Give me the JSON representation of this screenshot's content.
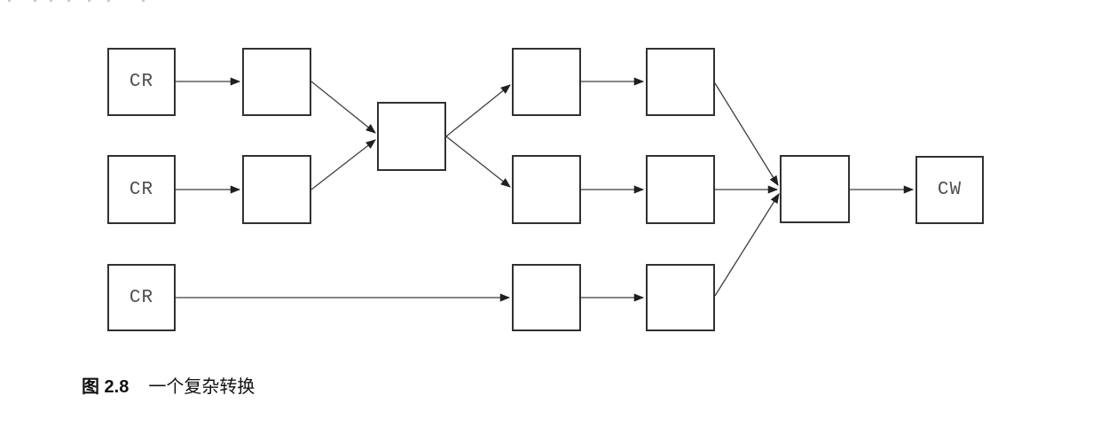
{
  "figure": {
    "caption": {
      "prefix": "图 2.8",
      "title": "一个复杂转换"
    },
    "diagram": {
      "nodes": [
        {
          "id": "cr-top",
          "label": "CR"
        },
        {
          "id": "box-top-a",
          "label": ""
        },
        {
          "id": "box-join",
          "label": ""
        },
        {
          "id": "box-top-b",
          "label": ""
        },
        {
          "id": "box-top-c",
          "label": ""
        },
        {
          "id": "cr-middle",
          "label": "CR"
        },
        {
          "id": "box-middle-a",
          "label": ""
        },
        {
          "id": "box-middle-b",
          "label": ""
        },
        {
          "id": "box-middle-c",
          "label": ""
        },
        {
          "id": "box-merge",
          "label": ""
        },
        {
          "id": "cw",
          "label": "CW"
        },
        {
          "id": "cr-bottom",
          "label": "CR"
        },
        {
          "id": "box-bottom-a",
          "label": ""
        },
        {
          "id": "box-bottom-b",
          "label": ""
        }
      ],
      "edges": [
        {
          "from": "cr-top",
          "to": "box-top-a"
        },
        {
          "from": "box-top-a",
          "to": "box-join"
        },
        {
          "from": "cr-middle",
          "to": "box-middle-a"
        },
        {
          "from": "box-middle-a",
          "to": "box-join"
        },
        {
          "from": "box-join",
          "to": "box-top-b"
        },
        {
          "from": "box-join",
          "to": "box-middle-b"
        },
        {
          "from": "box-top-b",
          "to": "box-top-c"
        },
        {
          "from": "box-top-c",
          "to": "box-merge"
        },
        {
          "from": "box-middle-b",
          "to": "box-middle-c"
        },
        {
          "from": "box-middle-c",
          "to": "box-merge"
        },
        {
          "from": "cr-bottom",
          "to": "box-bottom-a"
        },
        {
          "from": "box-bottom-a",
          "to": "box-bottom-b"
        },
        {
          "from": "box-bottom-b",
          "to": "box-merge"
        },
        {
          "from": "box-merge",
          "to": "cw"
        }
      ],
      "line_color": "#3f3f3f",
      "border_color": "#313131"
    }
  }
}
